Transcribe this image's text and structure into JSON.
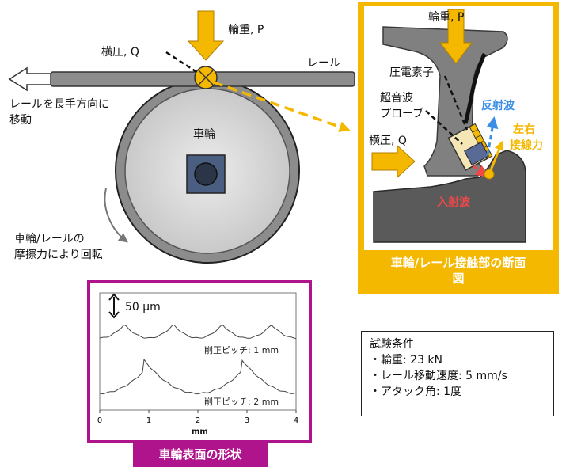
{
  "left": {
    "load_p": "輪重, P",
    "lateral_q": "横圧, Q",
    "rail": "レール",
    "move_dir": [
      "レールを長手方向に",
      "移動"
    ],
    "wheel": "車輪",
    "rotation": [
      "車輪/レールの",
      "摩擦力により回転"
    ]
  },
  "section": {
    "load_p": "輪重, P",
    "piezo": "圧電素子",
    "probe": [
      "超音波",
      "プローブ"
    ],
    "reflected": "反射波",
    "lateral_q": "横圧, Q",
    "contact_force": [
      "左右",
      "接線力"
    ],
    "incident": "入射波",
    "caption": [
      "車輪/レール接触部の断面",
      "図"
    ]
  },
  "profile": {
    "scale": "50 μm",
    "pitch1": "削正ピッチ: 1 mm",
    "pitch2": "削正ピッチ: 2 mm",
    "x_ticks": [
      "0",
      "1",
      "2",
      "3",
      "4"
    ],
    "x_unit": "mm",
    "caption": "車輪表面の形状"
  },
  "conditions": {
    "title": "試験条件",
    "items": [
      "・輪重: 23 kN",
      "・レール移動速度: 5 mm/s",
      "・アタック角: 1度"
    ]
  },
  "colors": {
    "accent_orange": "#F5B800",
    "frame_magenta": "#B0148C",
    "reflect_blue": "#3A8EE6",
    "incident_red": "#F04848"
  }
}
